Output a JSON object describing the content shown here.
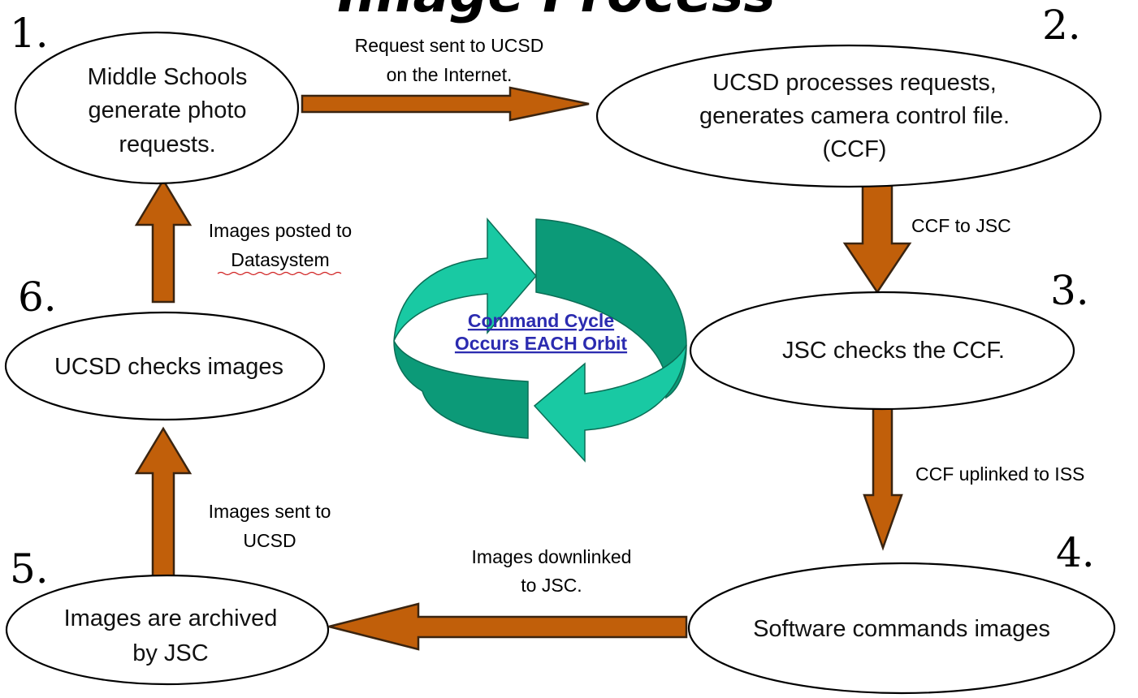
{
  "title": "Image Process",
  "colors": {
    "flow_arrow": "#c15f0a",
    "cycle_arrow_light": "#19c9a3",
    "cycle_arrow_dark": "#0c9a78",
    "cycle_text": "#2b2bb0"
  },
  "steps": [
    {
      "number": "1.",
      "lines": [
        "Middle Schools",
        "generate photo",
        "requests."
      ]
    },
    {
      "number": "2.",
      "lines": [
        "UCSD processes requests,",
        "generates camera control file.",
        "(CCF)"
      ]
    },
    {
      "number": "3.",
      "lines": [
        "JSC checks the CCF."
      ]
    },
    {
      "number": "4.",
      "lines": [
        "Software commands images"
      ]
    },
    {
      "number": "5.",
      "lines": [
        "Images are archived",
        "by JSC"
      ]
    },
    {
      "number": "6.",
      "lines": [
        "UCSD checks images"
      ]
    }
  ],
  "transitions": [
    {
      "lines": [
        "Request sent to UCSD",
        "on the Internet."
      ]
    },
    {
      "lines": [
        "CCF to JSC"
      ]
    },
    {
      "lines": [
        "CCF uplinked to ISS"
      ]
    },
    {
      "lines": [
        "Images downlinked",
        "to JSC."
      ]
    },
    {
      "lines": [
        "Images sent to",
        "UCSD"
      ]
    },
    {
      "lines": [
        "Images posted to",
        "Datasystem"
      ]
    }
  ],
  "cycle": {
    "lines": [
      "Command Cycle",
      "Occurs EACH Orbit"
    ],
    "icon": "cycle-arrows-icon"
  }
}
